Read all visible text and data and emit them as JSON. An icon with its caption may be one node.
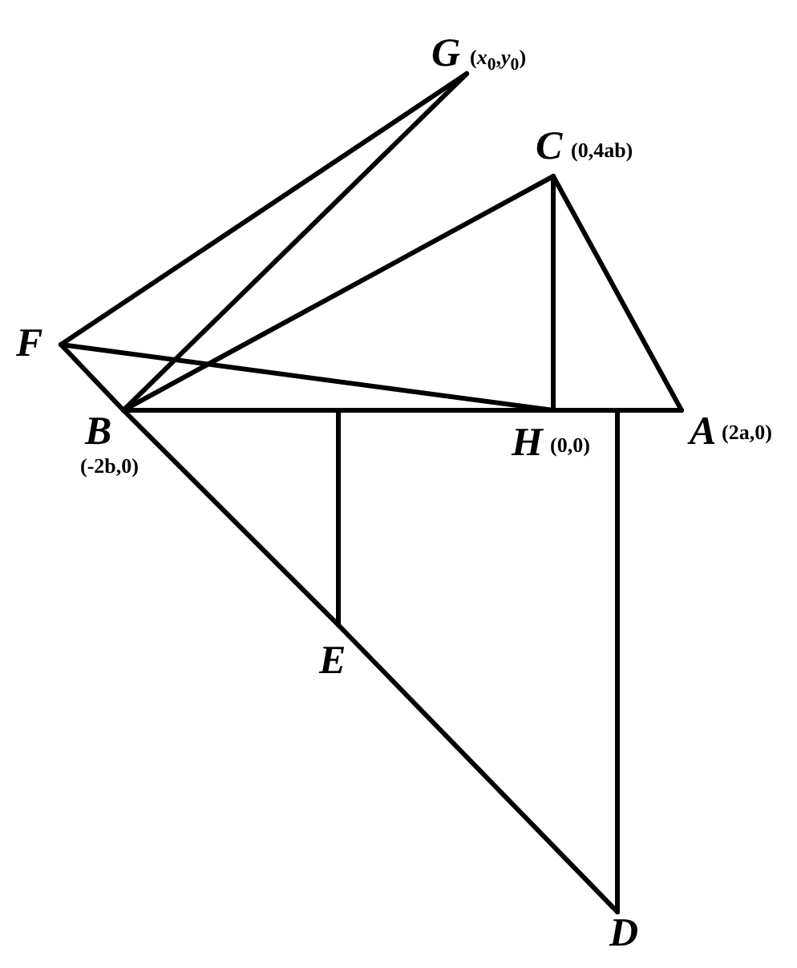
{
  "diagram": {
    "nodes": [
      {
        "text": [
          "G"
        ],
        "beside": [
          "(*x*$_{0}$,*y*$_{0}$)"
        ]
      },
      {
        "text": [
          "C"
        ],
        "beside": [
          "(0,4ab)"
        ]
      },
      {
        "text": [
          "F"
        ]
      },
      {
        "text": [
          "B"
        ],
        "beside": [
          "(-2b,0)"
        ]
      },
      {
        "text": [
          "H"
        ],
        "beside": [
          "(0,0)"
        ]
      },
      {
        "text": [
          "A"
        ],
        "beside": [
          "(2a,0)"
        ]
      },
      {
        "text": [
          "E"
        ]
      },
      {
        "text": [
          "D"
        ]
      }
    ],
    "edges": [
      {
        "from": 0,
        "to": 2,
        "arrow": "none"
      },
      {
        "from": 0,
        "to": 3,
        "arrow": "none"
      },
      {
        "from": 1,
        "to": 3,
        "arrow": "none"
      },
      {
        "from": 1,
        "to": 4,
        "arrow": "none"
      },
      {
        "from": 1,
        "to": 5,
        "arrow": "none"
      },
      {
        "from": 2,
        "to": 3,
        "arrow": "none"
      },
      {
        "from": 2,
        "to": 4,
        "arrow": "none"
      },
      {
        "from": 3,
        "to": 4,
        "arrow": "none"
      },
      {
        "from": 4,
        "to": 5,
        "arrow": "none"
      },
      {
        "from": 3,
        "to": 6,
        "arrow": "none"
      },
      {
        "from": 6,
        "to": 7,
        "arrow": "none"
      },
      {
        "from": null,
        "to": 6,
        "arrow": "none"
      },
      {
        "from": null,
        "to": 7,
        "arrow": "none"
      }
    ]
  }
}
